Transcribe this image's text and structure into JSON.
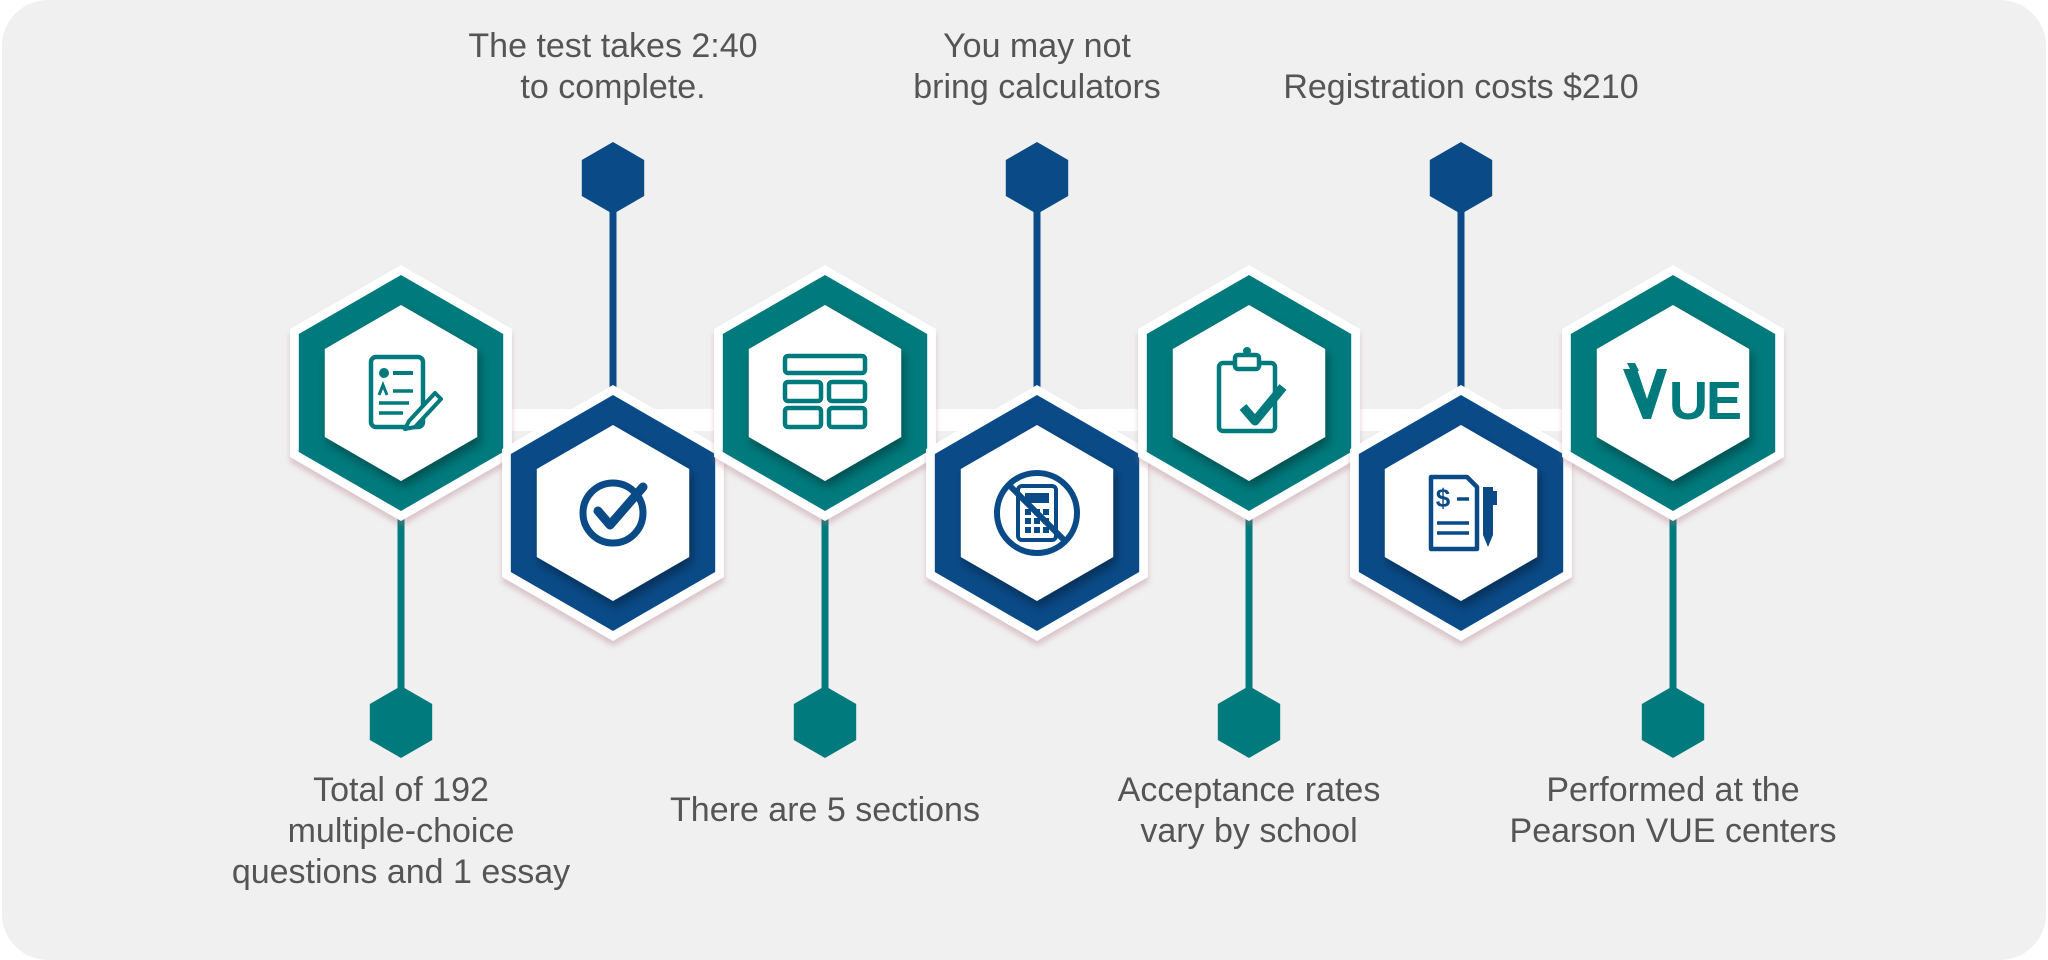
{
  "colors": {
    "teal": "#007a7c",
    "blue": "#0a4a87",
    "text": "#555555",
    "background": "#f0f0f0"
  },
  "steps": [
    {
      "position": "bottom",
      "ring": "teal",
      "icon": "document-form-pen-icon",
      "label_lines": [
        "Total of 192",
        "multiple-choice",
        "questions and 1 essay"
      ]
    },
    {
      "position": "top",
      "ring": "blue",
      "icon": "check-circle-icon",
      "label_lines": [
        "The test takes 2:40",
        "to complete."
      ]
    },
    {
      "position": "bottom",
      "ring": "teal",
      "icon": "sections-grid-icon",
      "label_lines": [
        "There are 5 sections"
      ]
    },
    {
      "position": "top",
      "ring": "blue",
      "icon": "no-calculator-icon",
      "label_lines": [
        "You may not",
        "bring calculators"
      ]
    },
    {
      "position": "bottom",
      "ring": "teal",
      "icon": "clipboard-check-icon",
      "label_lines": [
        "Acceptance rates",
        "vary by school"
      ]
    },
    {
      "position": "top",
      "ring": "blue",
      "icon": "invoice-dollar-pen-icon",
      "label_lines": [
        "Registration costs $210"
      ]
    },
    {
      "position": "bottom",
      "ring": "teal",
      "icon": "pearson-vue-logo-icon",
      "label_lines": [
        "Performed at the",
        "Pearson VUE centers"
      ],
      "logo_text": "VUE"
    }
  ]
}
